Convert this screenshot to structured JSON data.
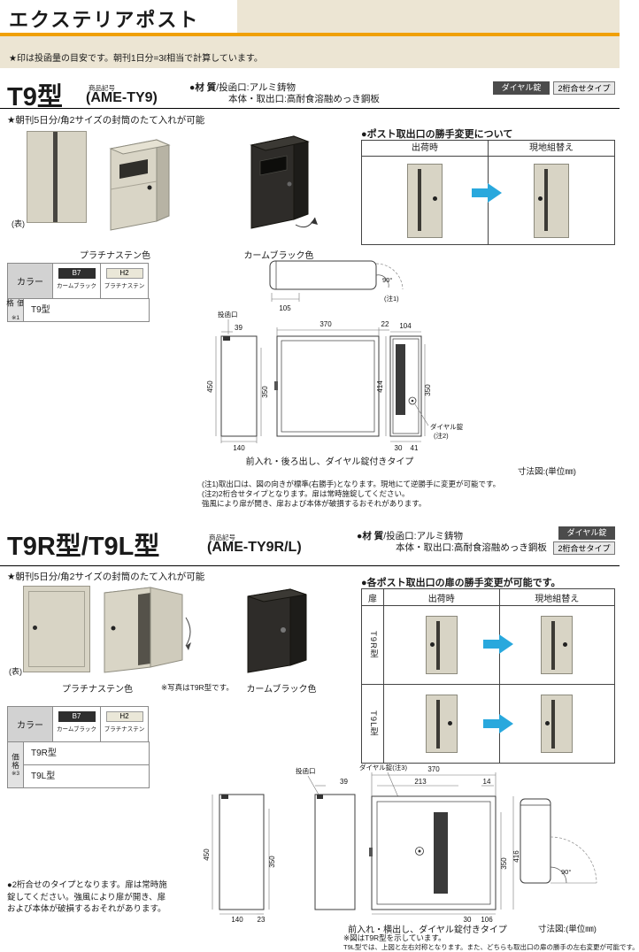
{
  "colors": {
    "accent_orange": "#f0a005",
    "accent_blue": "#29a8dd",
    "band_beige": "#ece5d3"
  },
  "header": {
    "title": "エクステリアポスト",
    "note": "★印は投函量の目安です。朝刊1日分=3ℓ相当で計算しています。"
  },
  "s1": {
    "model": "T9型",
    "code_label": "商品記号",
    "code": "(AME-TY9)",
    "mat_label": "●材 質",
    "mat1": "/投函口:アルミ鋳物",
    "mat2": "本体・取出口:高耐食溶融めっき鋼板",
    "tag1": "ダイヤル錠",
    "tag2": "2桁合せタイプ",
    "feature": "★朝刊5日分/角2サイズの封筒のたて入れが可能",
    "front_label": "(表)",
    "color1_label": "プラチナステン色",
    "color2_label": "カームブラック色",
    "handing": {
      "title": "●ポスト取出口の勝手変更について",
      "col1": "出荷時",
      "col2": "現地組替え"
    },
    "table": {
      "color_header": "カラー",
      "c1_code": "B7",
      "c1_name": "カームブラック",
      "c2_code": "H2",
      "c2_name": "プラチナステン",
      "price_label": "価格",
      "price_note": "※1",
      "row1": "T9型"
    },
    "draw": {
      "slot": "投函口",
      "d39": "39",
      "d370": "370",
      "d22": "22",
      "d104": "104",
      "d450": "450",
      "d350a": "350",
      "d414": "414",
      "d350b": "350",
      "d140": "140",
      "d30": "30",
      "d41": "41",
      "d105": "105",
      "d90": "90°",
      "note1": "(注1)",
      "dial": "ダイヤル錠",
      "dial_note": "(注2)",
      "caption": "前入れ・後ろ出し、ダイヤル錠付きタイプ",
      "unit": "寸法図:(単位㎜)"
    },
    "notes": [
      "(注1)取出口は、図の向きが標準(右勝手)となります。現地にて逆勝手に変更が可能です。",
      "(注2)2桁合せタイプとなります。扉は常時施錠してください。",
      "強風により扉が開き、扉および本体が破損するおそれがあります。"
    ]
  },
  "s2": {
    "model": "T9R型/T9L型",
    "code_label": "商品記号",
    "code": "(AME-TY9R/L)",
    "mat_label": "●材 質",
    "mat1": "/投函口:アルミ鋳物",
    "mat2": "本体・取出口:高耐食溶融めっき鋼板",
    "tag1": "ダイヤル錠",
    "tag2": "2桁合せタイプ",
    "feature": "★朝刊5日分/角2サイズの封筒のたて入れが可能",
    "front_label": "(表)",
    "color1_label": "プラチナステン色",
    "photo_note": "※写真はT9R型です。",
    "color2_label": "カームブラック色",
    "handing": {
      "title": "●各ポスト取出口の扉の勝手変更が可能です。",
      "col0": "扉",
      "col1": "出荷時",
      "col2": "現地組替え",
      "row1": "T9R型",
      "row2": "T9L型"
    },
    "table": {
      "color_header": "カラー",
      "c1_code": "B7",
      "c1_name": "カームブラック",
      "c2_code": "H2",
      "c2_name": "プラチナステン",
      "price_label": "価格",
      "price_note": "※3",
      "row1": "T9R型",
      "row2": "T9L型"
    },
    "draw": {
      "dial": "ダイヤル錠(注3)",
      "slot": "投函口",
      "d39": "39",
      "d370": "370",
      "d213": "213",
      "d14": "14",
      "d450": "450",
      "d350a": "350",
      "d350b": "350",
      "d416": "416",
      "d140": "140",
      "d23": "23",
      "d30": "30",
      "d106": "106",
      "d90": "90°",
      "caption": "前入れ・横出し、ダイヤル錠付きタイプ",
      "unit": "寸法図:(単位㎜)"
    },
    "notes": [
      "●2桁合せのタイプとなります。扉は常時施",
      "錠してください。強風により扉が開き、扉",
      "および本体が破損するおそれがあります。"
    ],
    "bottom_notes": [
      "※図はT9R型を示しています。",
      "T9L型では、上図と左右対称となります。また、どちらも取出口の扉の勝手の左右変更が可能です。"
    ]
  }
}
